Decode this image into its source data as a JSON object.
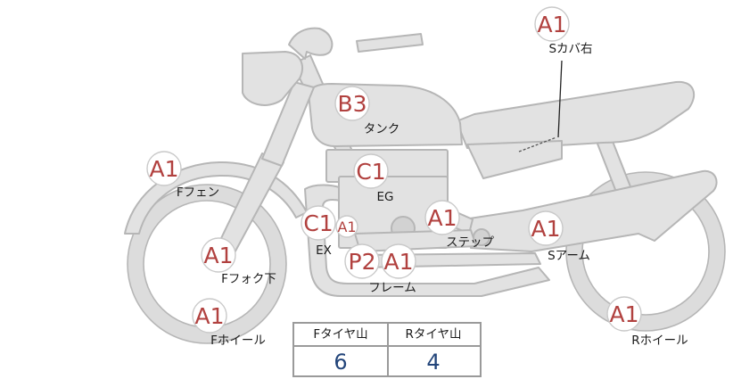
{
  "parts": [
    {
      "id": "s-cover-right",
      "grade": "A1",
      "label": "Sカバ右"
    },
    {
      "id": "tank",
      "grade": "B3",
      "label": "タンク"
    },
    {
      "id": "engine",
      "grade": "C1",
      "label": "EG"
    },
    {
      "id": "front-fender",
      "grade": "A1",
      "label": "Fフェン"
    },
    {
      "id": "exhaust",
      "grade": "C1",
      "label": "EX"
    },
    {
      "id": "exhaust-sub",
      "grade": "A1",
      "label": ""
    },
    {
      "id": "step",
      "grade": "A1",
      "label": "ステップ"
    },
    {
      "id": "swing-arm",
      "grade": "A1",
      "label": "Sアーム"
    },
    {
      "id": "front-fork-lower",
      "grade": "A1",
      "label": "Fフォク下"
    },
    {
      "id": "frame-p",
      "grade": "P2",
      "label": ""
    },
    {
      "id": "frame",
      "grade": "A1",
      "label": "フレーム"
    },
    {
      "id": "front-wheel",
      "grade": "A1",
      "label": "Fホイール"
    },
    {
      "id": "rear-wheel",
      "grade": "A1",
      "label": "Rホイール"
    }
  ],
  "tread_table": {
    "front_header": "Fタイヤ山",
    "rear_header": "Rタイヤ山",
    "front_value": "6",
    "rear_value": "4"
  }
}
